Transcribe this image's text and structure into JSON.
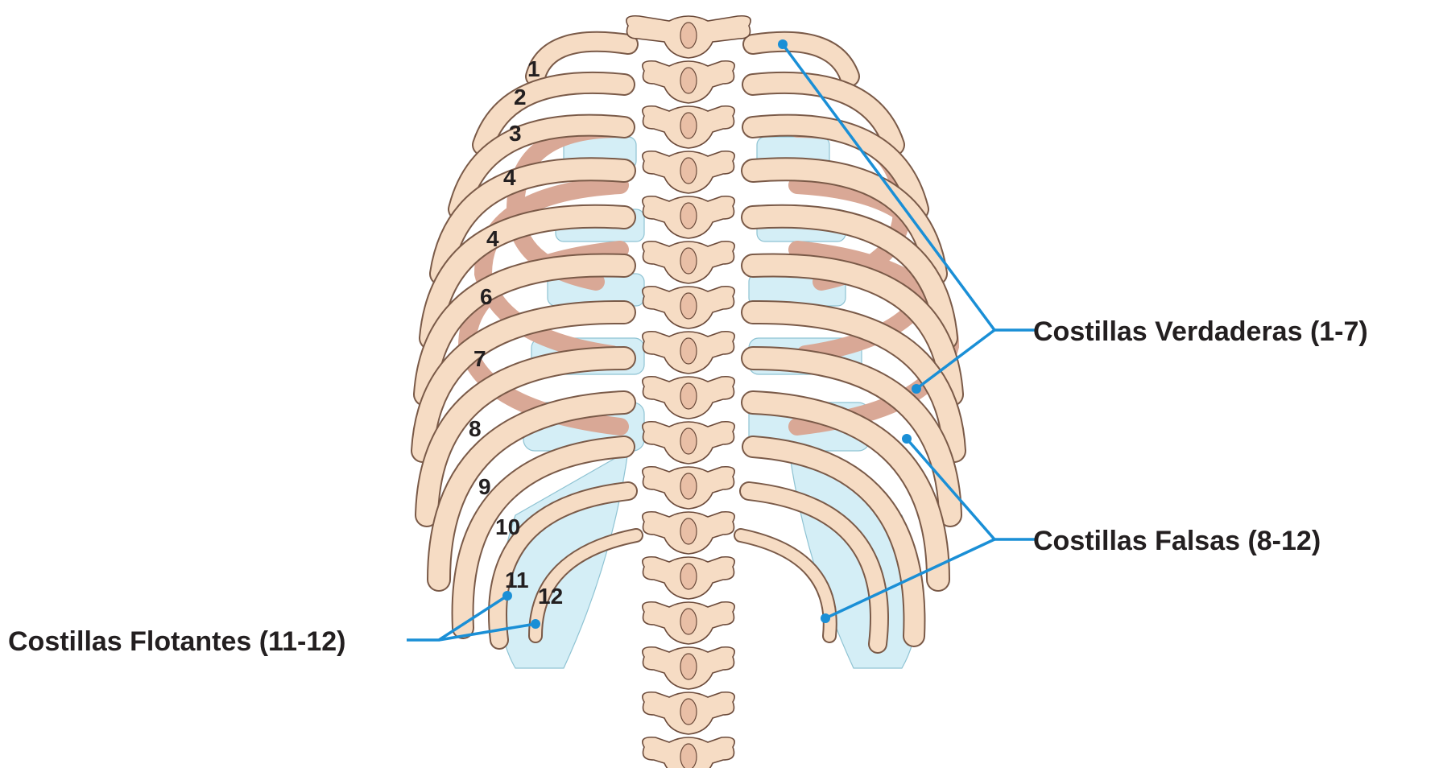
{
  "rib_numbers": [
    "1",
    "2",
    "3",
    "4",
    "4",
    "6",
    "7",
    "8",
    "9",
    "10",
    "11",
    "12"
  ],
  "labels": {
    "true_ribs": "Costillas Verdaderas (1-7)",
    "false_ribs": "Costillas Falsas (8-12)",
    "floating_ribs": "Costillas Flotantes (11-12)"
  },
  "colors": {
    "leader_line": "#1a8fd6",
    "bone": "#f6dcc4",
    "cartilage": "#d4eef6",
    "text": "#231f20"
  }
}
